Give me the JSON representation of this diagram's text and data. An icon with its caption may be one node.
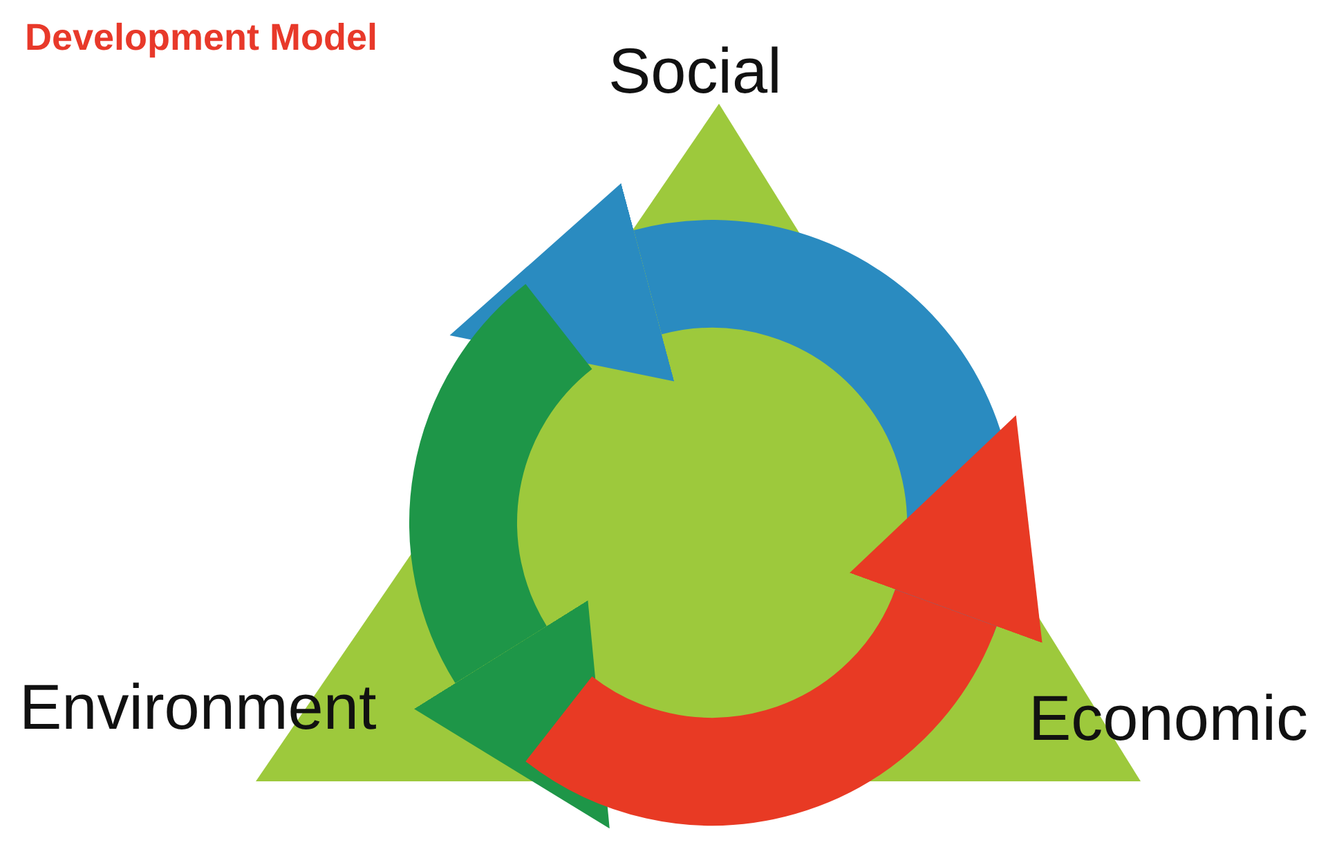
{
  "diagram": {
    "title": "Development Model",
    "labels": [
      "Social",
      "Environment",
      "Economic"
    ]
  }
}
